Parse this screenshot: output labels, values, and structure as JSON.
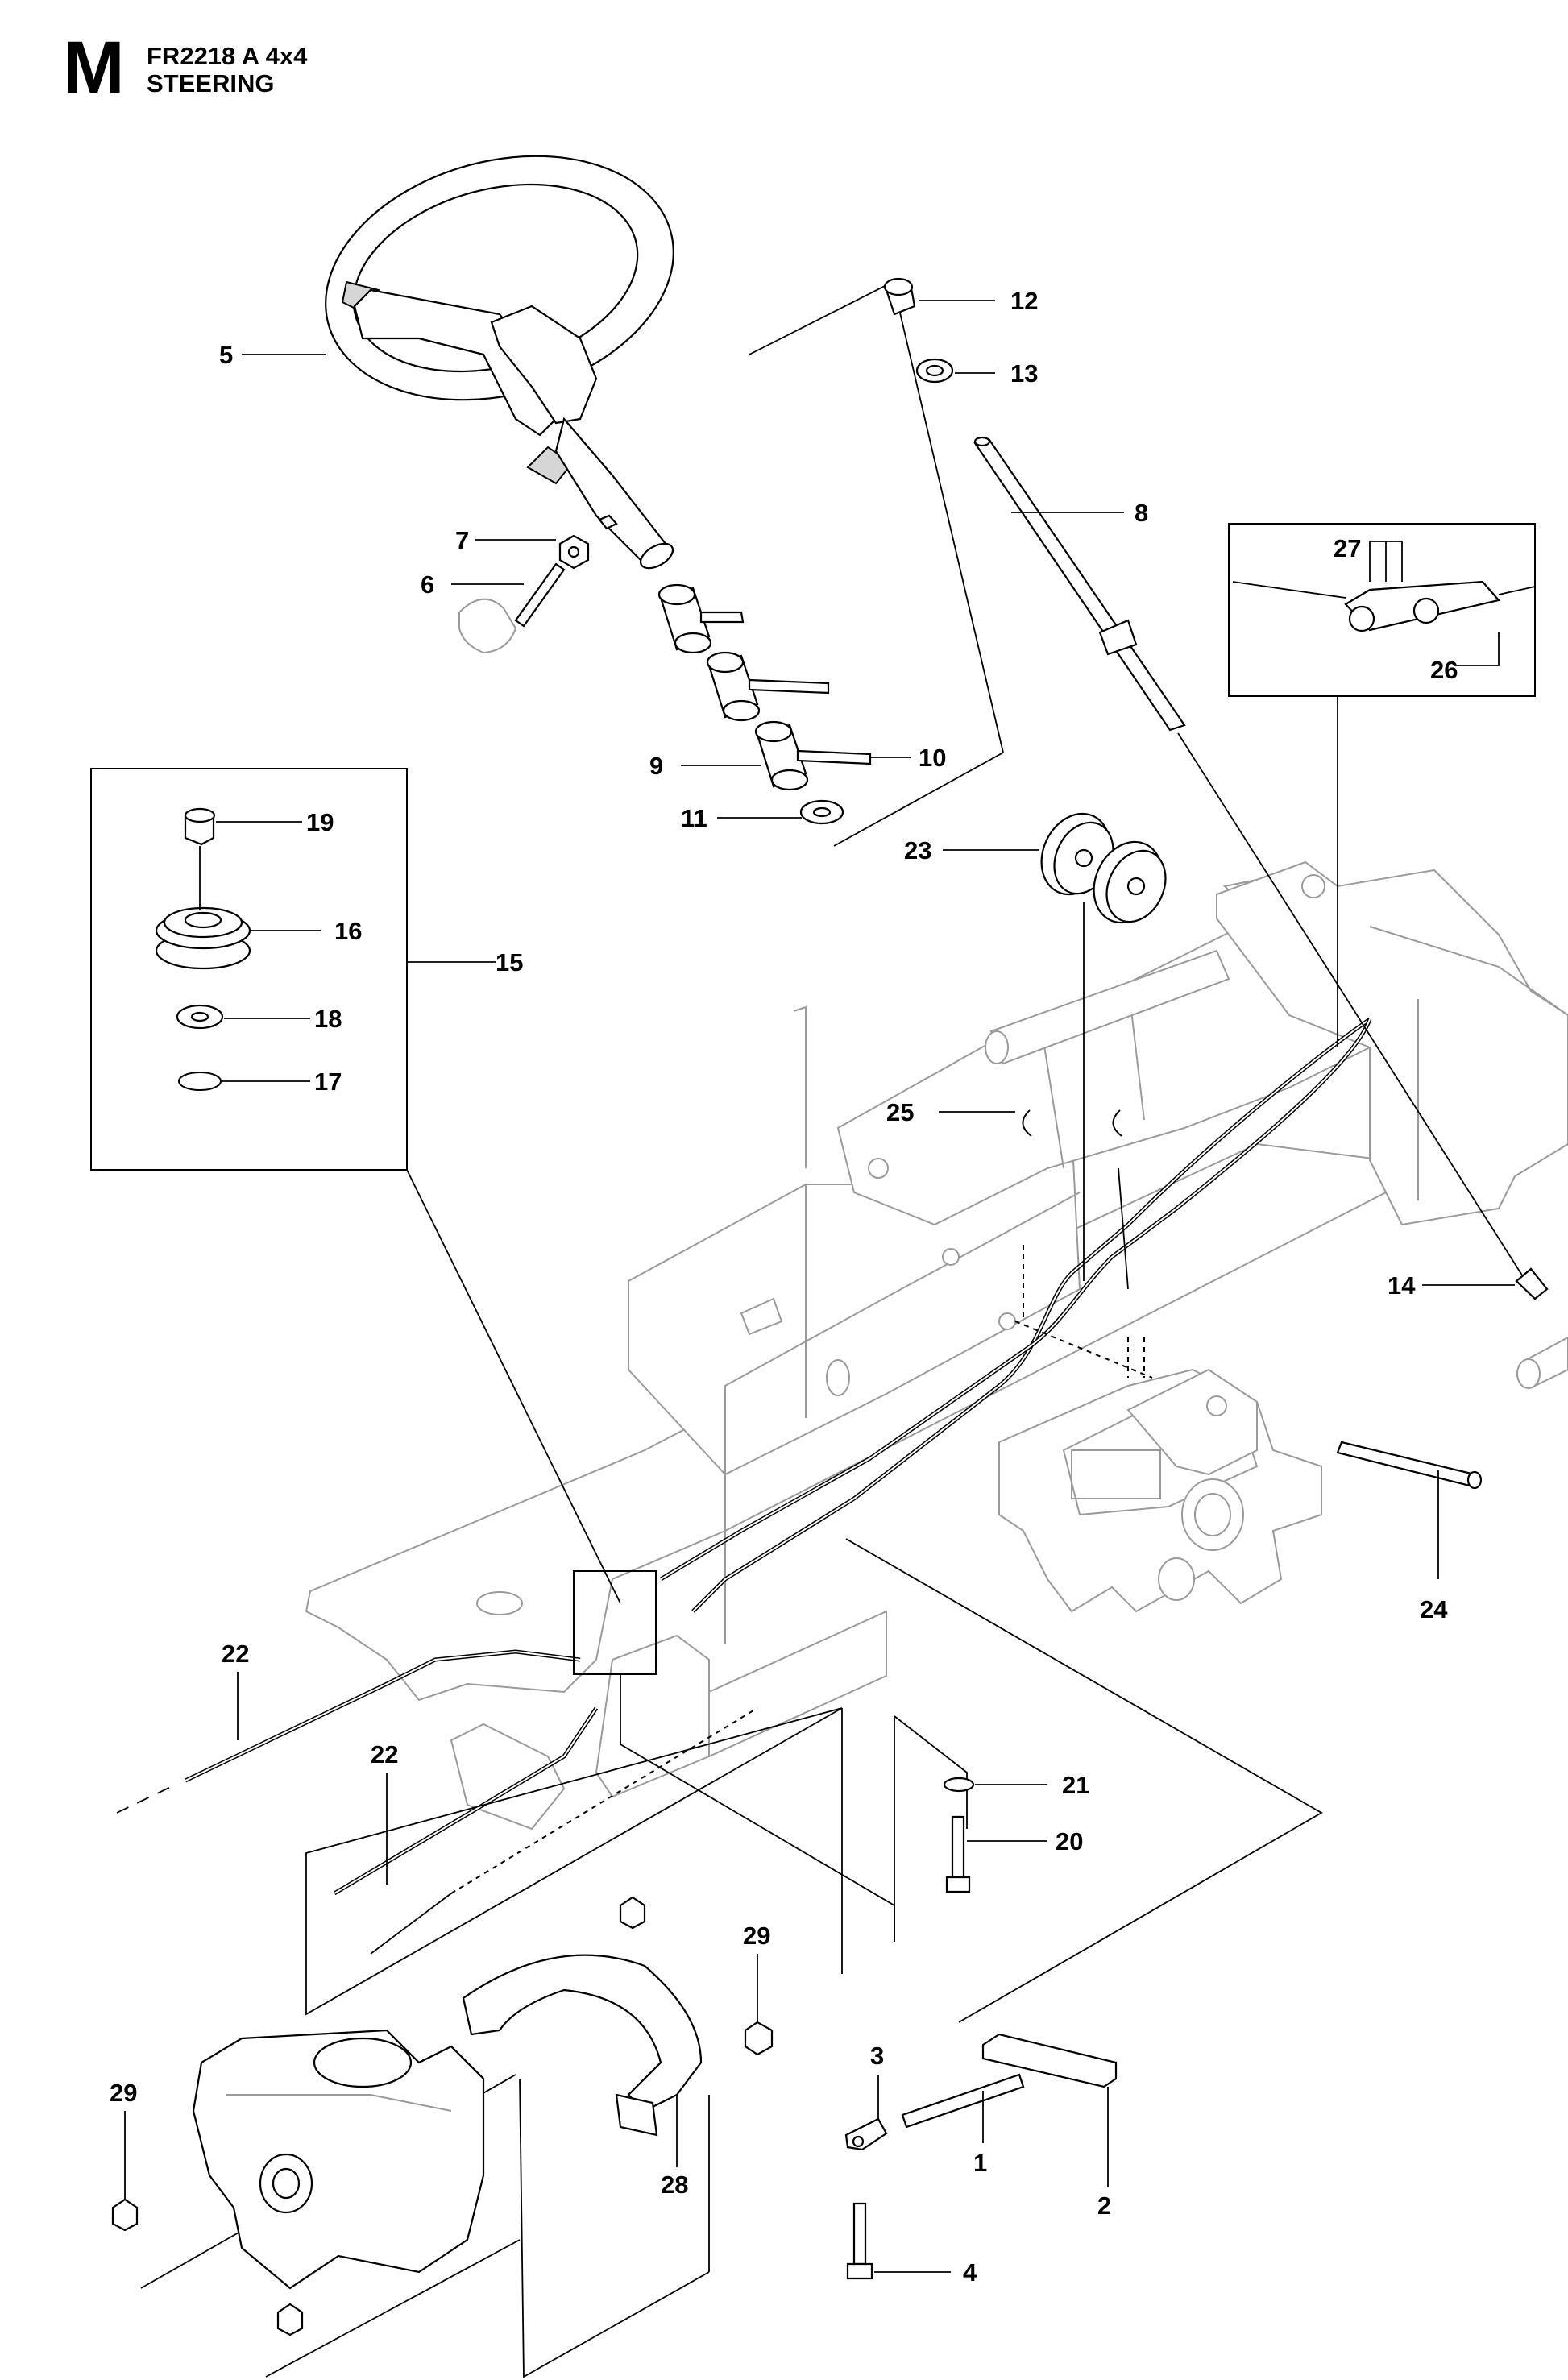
{
  "header": {
    "section_letter": "M",
    "model": "FR2218 A 4x4",
    "title": "STEERING"
  },
  "callouts": [
    {
      "id": "1",
      "label": "1"
    },
    {
      "id": "2",
      "label": "2"
    },
    {
      "id": "3",
      "label": "3"
    },
    {
      "id": "4",
      "label": "4"
    },
    {
      "id": "5",
      "label": "5"
    },
    {
      "id": "6",
      "label": "6"
    },
    {
      "id": "7",
      "label": "7"
    },
    {
      "id": "8",
      "label": "8"
    },
    {
      "id": "9",
      "label": "9"
    },
    {
      "id": "10",
      "label": "10"
    },
    {
      "id": "11",
      "label": "11"
    },
    {
      "id": "12",
      "label": "12"
    },
    {
      "id": "13",
      "label": "13"
    },
    {
      "id": "14",
      "label": "14"
    },
    {
      "id": "15",
      "label": "15"
    },
    {
      "id": "16",
      "label": "16"
    },
    {
      "id": "17",
      "label": "17"
    },
    {
      "id": "18",
      "label": "18"
    },
    {
      "id": "19",
      "label": "19"
    },
    {
      "id": "20",
      "label": "20"
    },
    {
      "id": "21",
      "label": "21"
    },
    {
      "id": "22a",
      "label": "22"
    },
    {
      "id": "22b",
      "label": "22"
    },
    {
      "id": "23",
      "label": "23"
    },
    {
      "id": "24",
      "label": "24"
    },
    {
      "id": "25",
      "label": "25"
    },
    {
      "id": "26",
      "label": "26"
    },
    {
      "id": "27",
      "label": "27"
    },
    {
      "id": "28",
      "label": "28"
    },
    {
      "id": "29a",
      "label": "29"
    },
    {
      "id": "29b",
      "label": "29"
    }
  ]
}
